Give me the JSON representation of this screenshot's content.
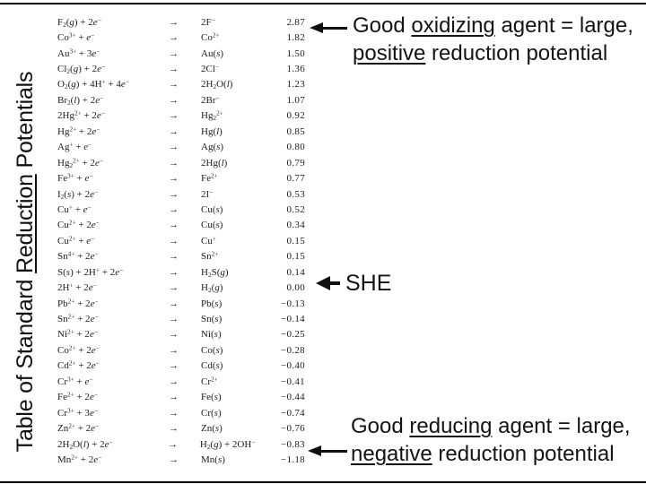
{
  "colors": {
    "background": "#ffffff",
    "ink": "#1c1c1c"
  },
  "title": {
    "segments": [
      {
        "t": "Table of Standard ",
        "u": false
      },
      {
        "t": "Reduction",
        "u": true
      },
      {
        "t": " Potentials",
        "u": false
      }
    ]
  },
  "table": {
    "arrow_symbol": "→",
    "rows": [
      {
        "reactant": "F_{2}(*g*) + 2*e*^{−}",
        "product": "2F^{−}",
        "potential": "2.87"
      },
      {
        "reactant": "Co^{3+} + *e*^{−}",
        "product": "Co^{2+}",
        "potential": "1.82"
      },
      {
        "reactant": "Au^{3+} + 3*e*^{−}",
        "product": "Au(*s*)",
        "potential": "1.50"
      },
      {
        "reactant": "Cl_{2}(*g*) + 2*e*^{−}",
        "product": "2Cl^{−}",
        "potential": "1.36"
      },
      {
        "reactant": "O_{2}(*g*) + 4H^{+} + 4*e*^{−}",
        "product": "2H_{2}O(*l*)",
        "potential": "1.23"
      },
      {
        "reactant": "Br_{2}(*l*) + 2*e*^{−}",
        "product": "2Br^{−}",
        "potential": "1.07"
      },
      {
        "reactant": "2Hg^{2+} + 2*e*^{−}",
        "product": "Hg_{2}^{2+}",
        "potential": "0.92"
      },
      {
        "reactant": "Hg^{2+} + 2*e*^{−}",
        "product": "Hg(*l*)",
        "potential": "0.85"
      },
      {
        "reactant": "Ag^{+} + *e*^{−}",
        "product": "Ag(*s*)",
        "potential": "0.80"
      },
      {
        "reactant": "Hg_{2}^{2+} + 2*e*^{−}",
        "product": "2Hg(*l*)",
        "potential": "0.79"
      },
      {
        "reactant": "Fe^{3+} + *e*^{−}",
        "product": "Fe^{2+}",
        "potential": "0.77"
      },
      {
        "reactant": "I_{2}(*s*) + 2*e*^{−}",
        "product": "2I^{−}",
        "potential": "0.53"
      },
      {
        "reactant": "Cu^{+} + *e*^{−}",
        "product": "Cu(*s*)",
        "potential": "0.52"
      },
      {
        "reactant": "Cu^{2+} + 2*e*^{−}",
        "product": "Cu(*s*)",
        "potential": "0.34"
      },
      {
        "reactant": "Cu^{2+} + *e*^{−}",
        "product": "Cu^{+}",
        "potential": "0.15"
      },
      {
        "reactant": "Sn^{4+} + 2*e*^{−}",
        "product": "Sn^{2+}",
        "potential": "0.15"
      },
      {
        "reactant": "S(*s*) + 2H^{+} + 2*e*^{−}",
        "product": "H_{2}S(*g*)",
        "potential": "0.14"
      },
      {
        "reactant": "2H^{+} + 2*e*^{−}",
        "product": "H_{2}(*g*)",
        "potential": "0.00"
      },
      {
        "reactant": "Pb^{2+} + 2*e*^{−}",
        "product": "Pb(*s*)",
        "potential": "−0.13"
      },
      {
        "reactant": "Sn^{2+} + 2*e*^{−}",
        "product": "Sn(*s*)",
        "potential": "−0.14"
      },
      {
        "reactant": "Ni^{2+} + 2*e*^{−}",
        "product": "Ni(*s*)",
        "potential": "−0.25"
      },
      {
        "reactant": "Co^{2+} + 2*e*^{−}",
        "product": "Co(*s*)",
        "potential": "−0.28"
      },
      {
        "reactant": "Cd^{2+} + 2*e*^{−}",
        "product": "Cd(*s*)",
        "potential": "−0.40"
      },
      {
        "reactant": "Cr^{3+} + *e*^{−}",
        "product": "Cr^{2+}",
        "potential": "−0.41"
      },
      {
        "reactant": "Fe^{2+} + 2*e*^{−}",
        "product": "Fe(*s*)",
        "potential": "−0.44"
      },
      {
        "reactant": "Cr^{3+} + 3*e*^{−}",
        "product": "Cr(*s*)",
        "potential": "−0.74"
      },
      {
        "reactant": "Zn^{2+} + 2*e*^{−}",
        "product": "Zn(*s*)",
        "potential": "−0.76"
      },
      {
        "reactant": "2H_{2}O(*l*) + 2*e*^{−}",
        "product": "H_{2}(*g*) + 2OH^{−}",
        "potential": "−0.83"
      },
      {
        "reactant": "Mn^{2+} + 2*e*^{−}",
        "product": "Mn(*s*)",
        "potential": "−1.18"
      }
    ]
  },
  "annotations": {
    "oxidizing": {
      "lines": [
        [
          {
            "t": "Good ",
            "u": false
          },
          {
            "t": "oxidizing",
            "u": true
          },
          {
            "t": " agent = large,",
            "u": false
          }
        ],
        [
          {
            "t": "positive",
            "u": true
          },
          {
            "t": " reduction potential",
            "u": false
          }
        ]
      ]
    },
    "she": {
      "label": "SHE"
    },
    "reducing": {
      "lines": [
        [
          {
            "t": "Good ",
            "u": false
          },
          {
            "t": "reducing",
            "u": true
          },
          {
            "t": " agent = large,",
            "u": false
          }
        ],
        [
          {
            "t": "negative",
            "u": true
          },
          {
            "t": " reduction potential",
            "u": false
          }
        ]
      ]
    }
  }
}
